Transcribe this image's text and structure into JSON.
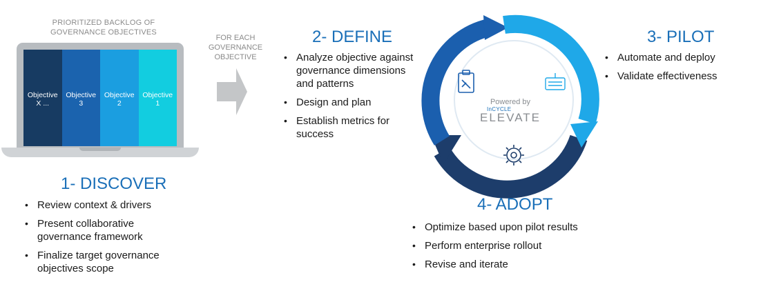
{
  "backlog": {
    "caption": "PRIORITIZED BACKLOG OF\nGOVERNANCE OBJECTIVES",
    "objectives": [
      {
        "line1": "Objective",
        "line2": "X ...",
        "color": "#173b62"
      },
      {
        "line1": "Objective",
        "line2": "3",
        "color": "#1b63ae"
      },
      {
        "line1": "Objective",
        "line2": "2",
        "color": "#1b9ee0"
      },
      {
        "line1": "Objective",
        "line2": "1",
        "color": "#12cde0"
      }
    ]
  },
  "arrow_label": "FOR EACH\nGOVERNANCE\nOBJECTIVE",
  "discover": {
    "title": "1- DISCOVER",
    "items": [
      "Review context & drivers",
      "Present collaborative governance framework",
      "Finalize target governance objectives scope"
    ]
  },
  "define": {
    "title": "2- DEFINE",
    "items": [
      "Analyze objective against governance dimensions and patterns",
      "Design and plan",
      "Establish metrics for success"
    ]
  },
  "pilot": {
    "title": "3- PILOT",
    "items": [
      "Automate and deploy",
      "Validate effectiveness"
    ]
  },
  "adopt": {
    "title": "4- ADOPT",
    "items": [
      "Optimize based upon pilot results",
      "Perform enterprise rollout",
      "Revise and iterate"
    ]
  },
  "center": {
    "powered_by": "Powered by",
    "brand_small": "InCYCLE",
    "brand_big": "ELEVATE"
  },
  "icons": [
    "clipboard-icon",
    "keyboard-icon",
    "gear-icon"
  ],
  "colors": {
    "title_blue": "#1a6fb8",
    "ring_dark": "#1d3d6b",
    "ring_mid": "#1b5fae",
    "ring_light": "#1fa8e8",
    "arrow_gray": "#c4c6c8"
  }
}
